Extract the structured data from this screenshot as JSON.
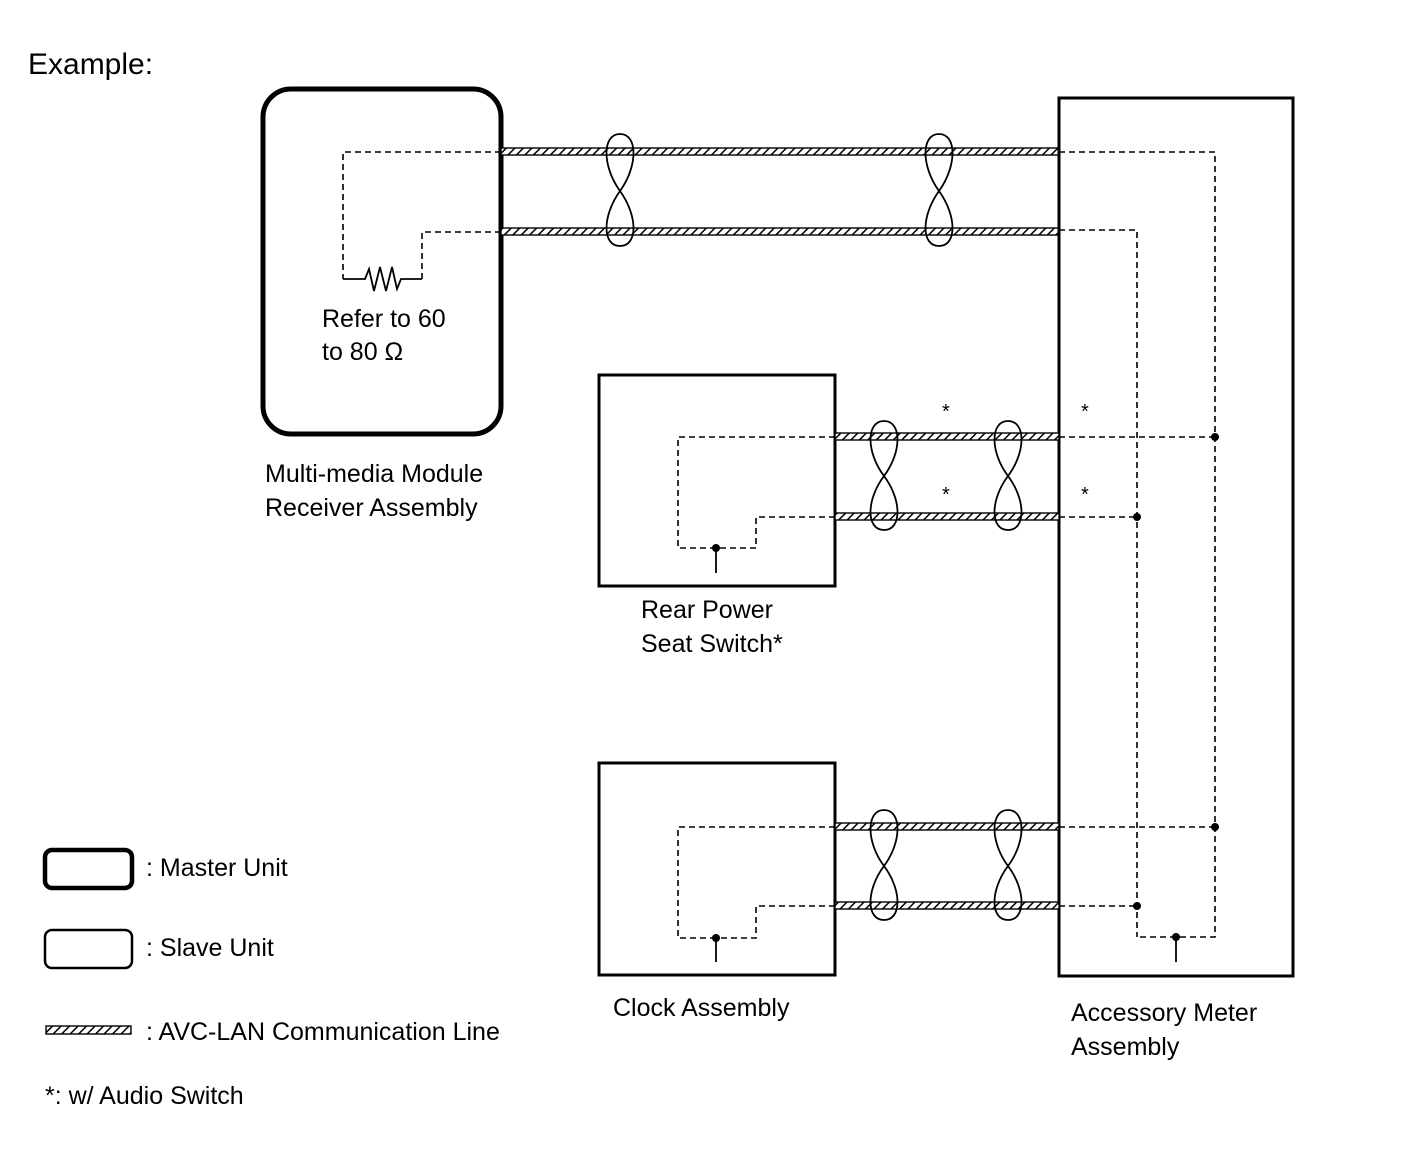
{
  "header": {
    "title": "Example:"
  },
  "master_unit": {
    "name_line1": "Multi-media Module",
    "name_line2": "Receiver Assembly",
    "note_line1": "Refer to 60",
    "note_line2": "to 80 Ω"
  },
  "rear_power_seat_switch": {
    "name_line1": "Rear Power",
    "name_line2": "Seat Switch*"
  },
  "clock_assembly": {
    "name": "Clock Assembly"
  },
  "accessory_meter": {
    "name_line1": "Accessory Meter",
    "name_line2": "Assembly"
  },
  "asterisk_mark": "*",
  "legend": {
    "master": ": Master Unit",
    "slave": ": Slave Unit",
    "avc_lan": ": AVC-LAN Communication Line",
    "footnote": "*: w/ Audio Switch"
  }
}
